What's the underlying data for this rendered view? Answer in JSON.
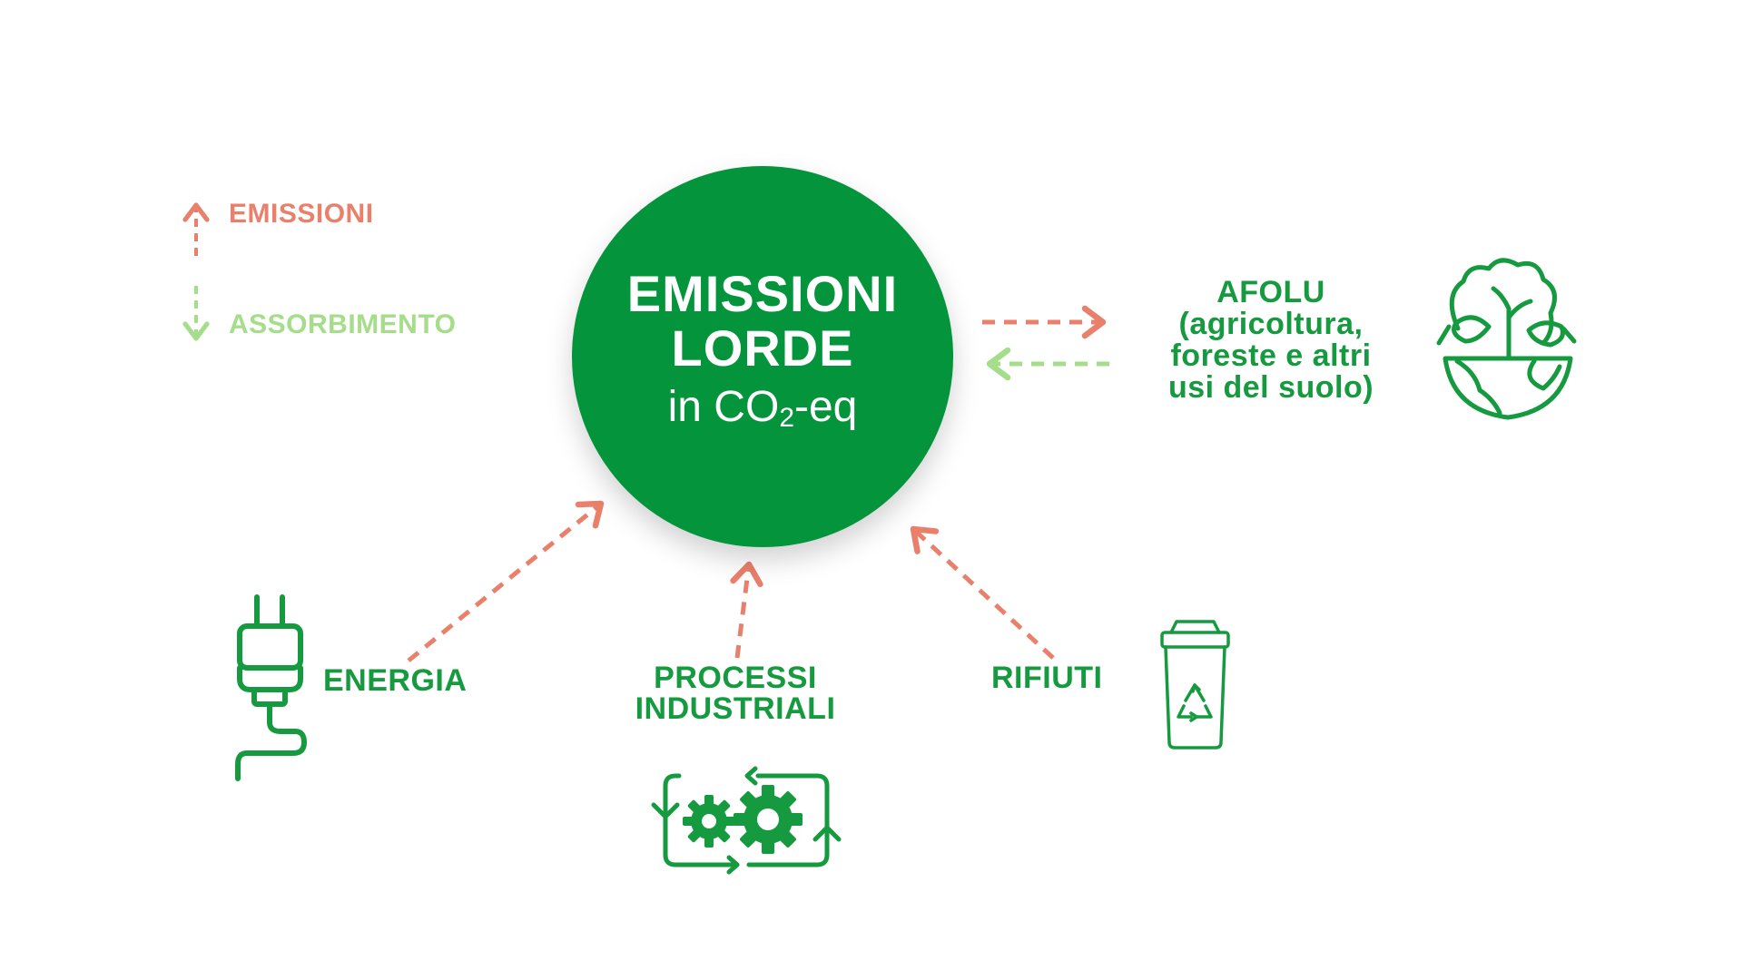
{
  "legend": {
    "emissioni": "EMISSIONI",
    "assorbimento": "ASSORBIMENTO"
  },
  "center": {
    "line1": "EMISSIONI",
    "line2": "LORDE",
    "prefix": "in CO",
    "subscript": "2",
    "suffix": "-eq"
  },
  "afolu": {
    "lines": [
      "AFOLU",
      "(agricoltura,",
      "foreste e altri",
      "usi del suolo)"
    ]
  },
  "energia": {
    "label": "ENERGIA"
  },
  "processi": {
    "lines": [
      "PROCESSI",
      "INDUSTRIALI"
    ]
  },
  "rifiuti": {
    "label": "RIFIUTI"
  },
  "colors": {
    "emission": "#e8806c",
    "absorption": "#a6dd8a",
    "green": "#169a3f",
    "circle": "#03943c"
  },
  "icons": [
    "plug-icon",
    "gears-cycle-icon",
    "recycle-bin-icon",
    "earth-plant-icon"
  ]
}
